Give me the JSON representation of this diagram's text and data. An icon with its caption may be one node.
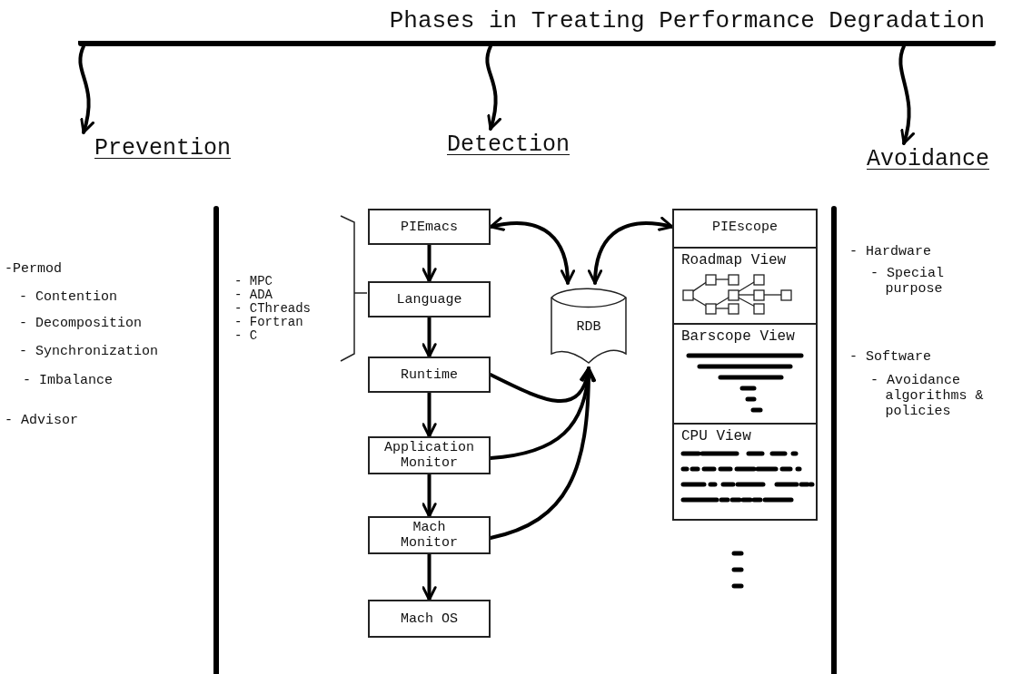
{
  "diagram": {
    "nodes": [
      {
        "text": [
          "Phases in Treating Performance Degradation"
        ]
      },
      {
        "text": [
          "Prevention"
        ]
      },
      {
        "text": [
          "Detection"
        ]
      },
      {
        "text": [
          "Avoidance"
        ]
      },
      {
        "text": [
          "PIEmacs"
        ]
      },
      {
        "text": [
          "Language"
        ]
      },
      {
        "text": [
          "Runtime"
        ]
      },
      {
        "text": [
          "Application Monitor"
        ]
      },
      {
        "text": [
          "Mach Monitor"
        ]
      },
      {
        "text": [
          "Mach OS"
        ]
      },
      {
        "text": [
          "RDB"
        ]
      },
      {
        "text": [
          "PIEscope"
        ]
      },
      {
        "text": [
          "Roadmap View"
        ],
        "in": 11
      },
      {
        "text": [
          "Barscope View"
        ],
        "in": 11
      },
      {
        "text": [
          "CPU View"
        ],
        "in": 11
      }
    ],
    "edges": [
      {
        "from": 0,
        "to": 1,
        "arrow": "to"
      },
      {
        "from": 0,
        "to": 2,
        "arrow": "to"
      },
      {
        "from": 0,
        "to": 3,
        "arrow": "to"
      },
      {
        "from": 4,
        "to": 5,
        "arrow": "to"
      },
      {
        "from": 5,
        "to": 6,
        "arrow": "to"
      },
      {
        "from": 6,
        "to": 7,
        "arrow": "to"
      },
      {
        "from": 7,
        "to": 8,
        "arrow": "to"
      },
      {
        "from": 8,
        "to": 9,
        "arrow": "to"
      },
      {
        "from": 4,
        "to": 10,
        "arrow": "both"
      },
      {
        "from": 11,
        "to": 10,
        "arrow": "both"
      },
      {
        "from": 6,
        "to": 10,
        "arrow": "to"
      },
      {
        "from": 7,
        "to": 10,
        "arrow": "to"
      },
      {
        "from": 8,
        "to": 10,
        "arrow": "to"
      }
    ],
    "labels": [
      "-Permod",
      "- Contention",
      "- Decomposition",
      "- Synchronization",
      "- Imbalance",
      "- Advisor",
      "- MPC",
      "- ADA",
      "- CThreads",
      "- Fortran",
      "- C",
      "- Hardware",
      "- Special purpose",
      "- Software",
      "- Avoidance algorithms & policies"
    ]
  }
}
